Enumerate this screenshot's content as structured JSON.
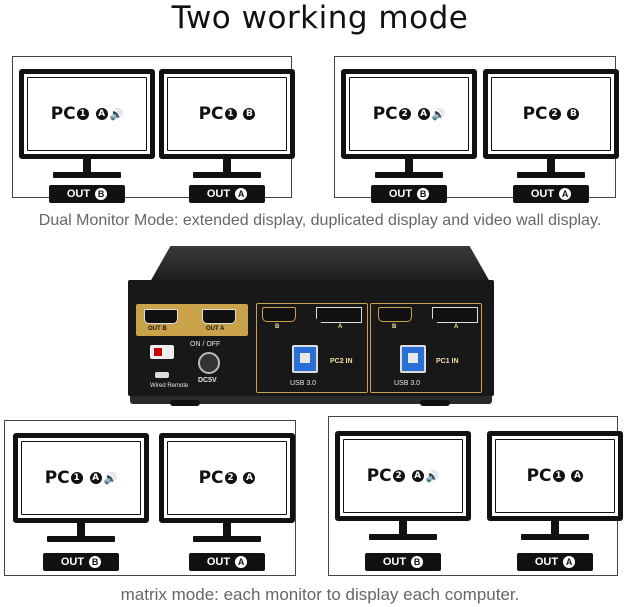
{
  "title": "Two  working mode",
  "caption_top": "Dual Monitor Mode: extended display, duplicated display and video wall display.",
  "caption_bottom": "matrix mode: each monitor to display each computer.",
  "groups": [
    {
      "monitors": [
        {
          "pc": "PC",
          "pcnum": "1",
          "port": "A",
          "audio": true,
          "out_label": "OUT",
          "out_port": "B"
        },
        {
          "pc": "PC",
          "pcnum": "1",
          "port": "B",
          "audio": false,
          "out_label": "OUT",
          "out_port": "A"
        }
      ]
    },
    {
      "monitors": [
        {
          "pc": "PC",
          "pcnum": "2",
          "port": "A",
          "audio": true,
          "out_label": "OUT",
          "out_port": "B"
        },
        {
          "pc": "PC",
          "pcnum": "2",
          "port": "B",
          "audio": false,
          "out_label": "OUT",
          "out_port": "A"
        }
      ]
    },
    {
      "monitors": [
        {
          "pc": "PC",
          "pcnum": "1",
          "port": "A",
          "audio": true,
          "out_label": "OUT",
          "out_port": "B"
        },
        {
          "pc": "PC",
          "pcnum": "2",
          "port": "A",
          "audio": false,
          "out_label": "OUT",
          "out_port": "A"
        }
      ]
    },
    {
      "monitors": [
        {
          "pc": "PC",
          "pcnum": "2",
          "port": "A",
          "audio": true,
          "out_label": "OUT",
          "out_port": "B"
        },
        {
          "pc": "PC",
          "pcnum": "1",
          "port": "A",
          "audio": false,
          "out_label": "OUT",
          "out_port": "A"
        }
      ]
    }
  ],
  "device": {
    "out_b": "OUT B",
    "out_a": "OUT A",
    "on_off": "ON / OFF",
    "wired_remote": "Wired Remote",
    "dc5v": "DC5V",
    "pc2_in": "PC2 IN",
    "pc1_in": "PC1 IN",
    "usb_left": "USB 3.0",
    "usb_right": "USB 3.0",
    "port_b": "B",
    "port_a": "A"
  },
  "colors": {
    "gold": "#c9a24a",
    "usb_blue": "#2a6fd6",
    "device_black": "#181818"
  }
}
